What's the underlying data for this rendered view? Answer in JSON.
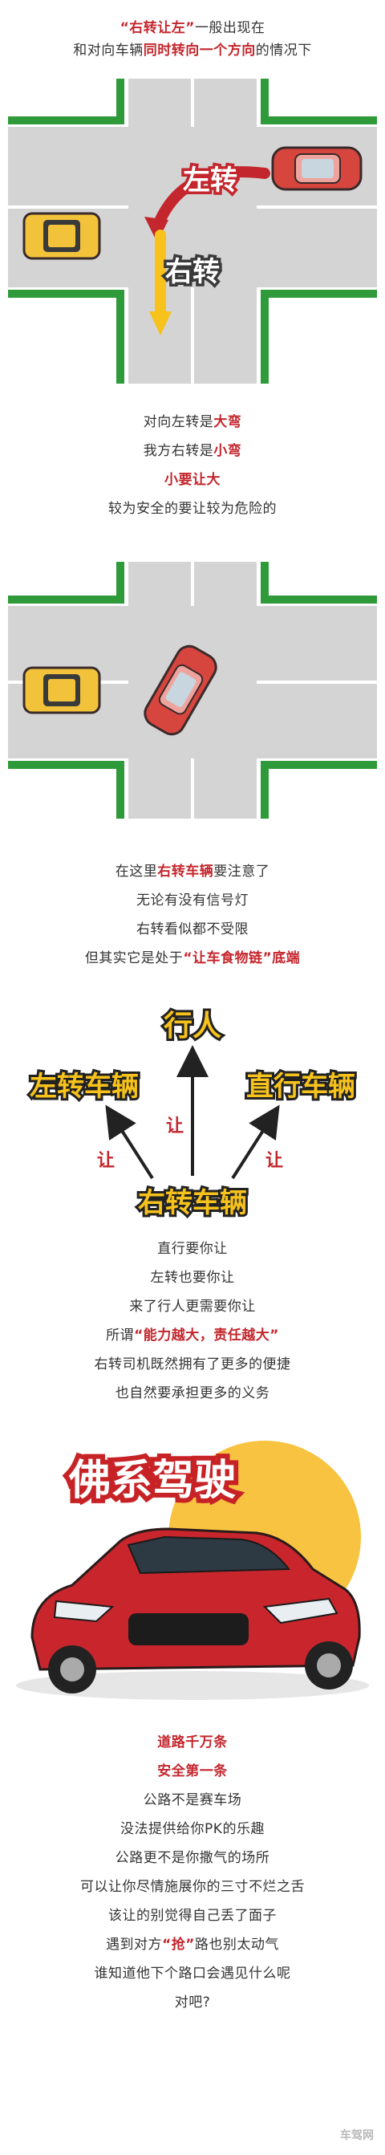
{
  "colors": {
    "accent_red": "#c4262d",
    "road_gray": "#d4d4d4",
    "grass_green": "#2f9a3a",
    "lane_yellow": "#f6c21b",
    "car_body_red": "#d6463e",
    "taxi_yellow": "#f2c33a",
    "sun_yellow": "#f7c341",
    "badge_red": "#c72326"
  },
  "intro": {
    "line1": {
      "q1": "“",
      "em": "右转让左",
      "q2": "”",
      "rest": "一般出现在"
    },
    "line2": {
      "pre": "和对向车辆",
      "em": "同时转向一个方向",
      "post": "的情况下"
    }
  },
  "scene1": {
    "left_label": "左转",
    "right_label": "右转"
  },
  "rule": {
    "l1": {
      "pre": "对向左转是",
      "em": "大弯"
    },
    "l2": {
      "pre": "我方右转是",
      "em": "小弯"
    },
    "l3": "小要让大",
    "l4": "较为安全的要让较为危险的"
  },
  "chain_text": {
    "l1": {
      "pre": "在这里",
      "em": "右转车辆",
      "post": "要注意了"
    },
    "l2": "无论有没有信号灯",
    "l3": "右转看似都不受限",
    "l4": {
      "pre": "但其实它是处于",
      "em": "“让车食物链”",
      "post": "底端"
    }
  },
  "diagram": {
    "top": "行人",
    "left": "左转车辆",
    "right": "直行车辆",
    "bottom": "右转车辆",
    "yield_left": "让",
    "yield_mid": "让",
    "yield_right": "让"
  },
  "duty": {
    "l1": "直行要你让",
    "l2": "左转也要你让",
    "l3": "来了行人更需要你让",
    "l4": {
      "pre": "所谓",
      "em": "“能力越大，责任越大”"
    },
    "l5": "右转司机既然拥有了更多的便捷",
    "l6": "也自然要承担更多的义务"
  },
  "banner": "佛系驾驶",
  "closing": {
    "l1": "道路千万条",
    "l2": "安全第一条",
    "l3": "公路不是赛车场",
    "l4": "没法提供给你PK的乐趣",
    "l5": "公路更不是你撒气的场所",
    "l6": "可以让你尽情施展你的三寸不烂之舌",
    "l7": "该让的别觉得自己丢了面子",
    "l8": {
      "pre": "遇到对方",
      "em": "“抢”",
      "post": "路也别太动气"
    },
    "l9": "谁知道他下个路口会遇见什么呢",
    "l10": "对吧?"
  },
  "watermark": "车驾网"
}
